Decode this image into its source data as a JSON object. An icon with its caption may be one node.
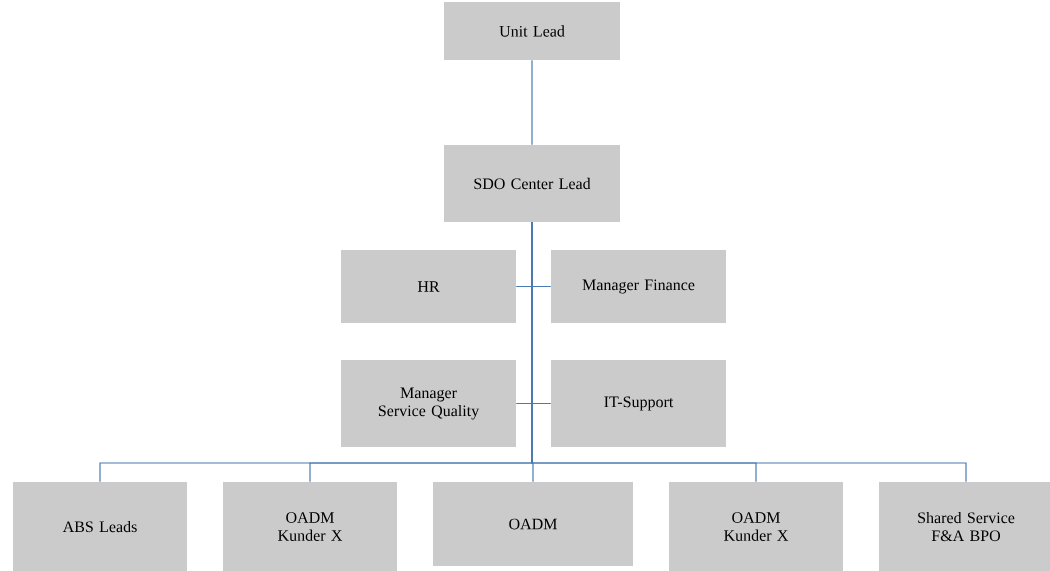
{
  "diagram": {
    "nodes": [
      {
        "text": [
          "Unit Lead"
        ]
      },
      {
        "text": [
          "SDO Center Lead"
        ]
      },
      {
        "text": [
          "HR"
        ]
      },
      {
        "text": [
          "Manager Finance"
        ]
      },
      {
        "text": [
          "Manager Service Quality"
        ]
      },
      {
        "text": [
          "IT-Support"
        ]
      },
      {
        "text": [
          "ABS Leads"
        ]
      },
      {
        "text": [
          "OADM Kunder X"
        ]
      },
      {
        "text": [
          "OADM"
        ]
      },
      {
        "text": [
          "OADM Kunder X"
        ]
      },
      {
        "text": [
          "Shared Service F&A BPO"
        ]
      }
    ],
    "edges": [
      {
        "from": 0,
        "to": 1,
        "arrow": "none"
      },
      {
        "from": 1,
        "to": 2,
        "arrow": "none"
      },
      {
        "from": 1,
        "to": 3,
        "arrow": "none"
      },
      {
        "from": 1,
        "to": 4,
        "arrow": "none"
      },
      {
        "from": 1,
        "to": 5,
        "arrow": "none"
      },
      {
        "from": 1,
        "to": 6,
        "arrow": "none"
      },
      {
        "from": 1,
        "to": 7,
        "arrow": "none"
      },
      {
        "from": 1,
        "to": 8,
        "arrow": "none"
      },
      {
        "from": 1,
        "to": 9,
        "arrow": "none"
      },
      {
        "from": 1,
        "to": 10,
        "arrow": "none"
      }
    ]
  }
}
